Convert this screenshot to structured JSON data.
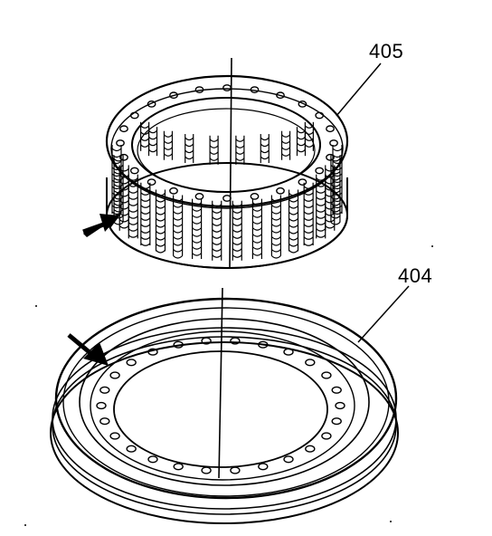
{
  "diagram": {
    "parts": [
      {
        "callout": "405",
        "part": "spring-assembly"
      },
      {
        "callout": "404",
        "part": "piston-housing"
      }
    ]
  },
  "colors": {
    "line": "#000000",
    "background": "#ffffff"
  }
}
